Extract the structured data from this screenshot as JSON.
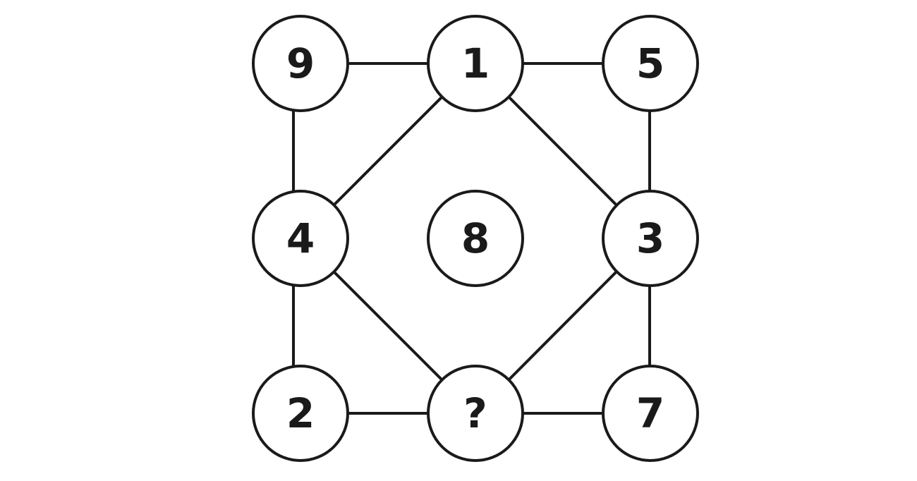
{
  "puzzle": {
    "nodes": {
      "top_left": "9",
      "top_center": "1",
      "top_right": "5",
      "middle_left": "4",
      "center": "8",
      "middle_right": "3",
      "bottom_left": "2",
      "bottom_center": "?",
      "bottom_right": "7"
    },
    "colors": {
      "line": "#1a1a1a",
      "circle_fill": "#ffffff"
    }
  }
}
